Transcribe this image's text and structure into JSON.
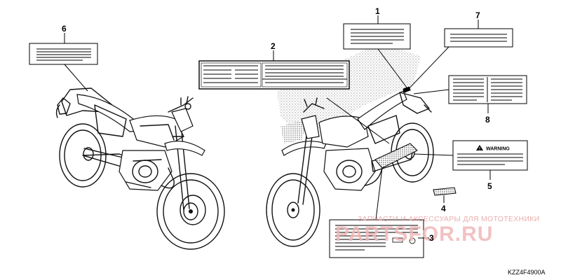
{
  "callouts": {
    "c1": "1",
    "c2": "2",
    "c3": "3",
    "c4": "4",
    "c5": "5",
    "c6": "6",
    "c7": "7",
    "c8": "8"
  },
  "warning_label": {
    "text": "WARNING",
    "icon": "warning-triangle-icon"
  },
  "watermark": {
    "caption": "ЗАПЧАСТИ И АКСЕССУАРЫ ДЛЯ МОТОТЕХНИКИ",
    "logo": "PARTSFOR.RU",
    "color": "#e8a0a0"
  },
  "diagram_code": "KZZ4F4900A"
}
